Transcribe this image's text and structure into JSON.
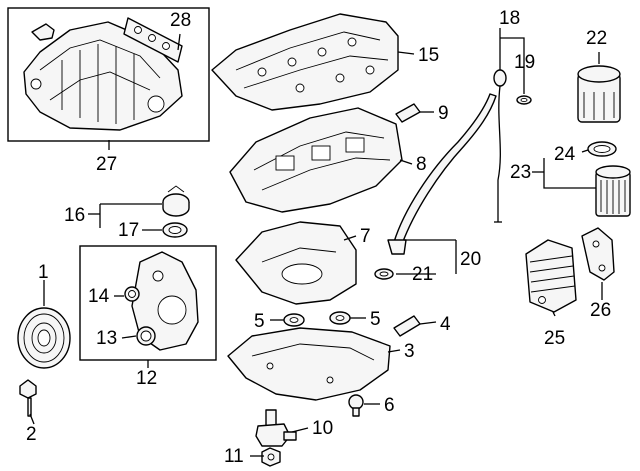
{
  "callouts": {
    "p1": "1",
    "p2": "2",
    "p3": "3",
    "p4": "4",
    "p5a": "5",
    "p5b": "5",
    "p6": "6",
    "p7": "7",
    "p8": "8",
    "p9": "9",
    "p10": "10",
    "p11": "11",
    "p12": "12",
    "p13": "13",
    "p14": "14",
    "p15": "15",
    "p16": "16",
    "p17": "17",
    "p18": "18",
    "p19": "19",
    "p20": "20",
    "p21": "21",
    "p22": "22",
    "p23": "23",
    "p24": "24",
    "p25": "25",
    "p26": "26",
    "p27": "27",
    "p28": "28"
  }
}
